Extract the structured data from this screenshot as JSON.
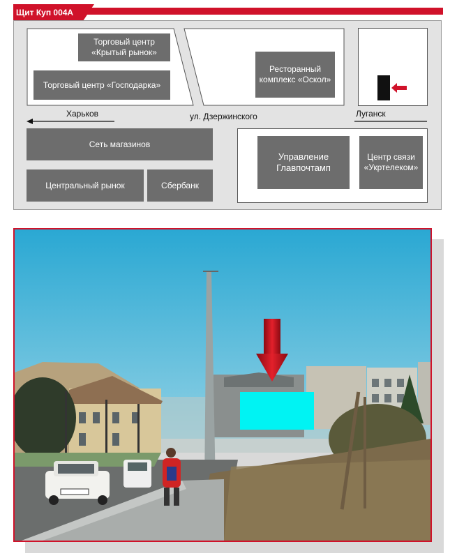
{
  "title": "Щит Куп 004А",
  "colors": {
    "accent": "#d0122a",
    "block": "#6d6d6d",
    "billboard_highlight": "#00f3f3",
    "sky": "#3fb6d7"
  },
  "map": {
    "street": "ул. Дзержинского",
    "left_direction": "Харьков",
    "right_direction": "Луганск",
    "blocks": {
      "krytyi_rynok": "Торговый центр «Крытый рынок»",
      "gospodarka": "Торговый центр «Господарка»",
      "oskol": "Ресторанный комплекс «Оскол»",
      "set_magazinov": "Сеть магазинов",
      "centralnyi_rynok": "Центральный рынок",
      "sberbank": "Сбербанк",
      "glavpochtamp": "Управление Главпочтамп",
      "ukrtelecom": "Центр связи «Укртелеком»"
    },
    "billboard_marker_icon": "billboard-marker-icon",
    "direction_arrow_icon": "left-arrow-icon"
  },
  "photo": {
    "car_plate": "",
    "pointer_icon": "down-arrow-icon"
  }
}
